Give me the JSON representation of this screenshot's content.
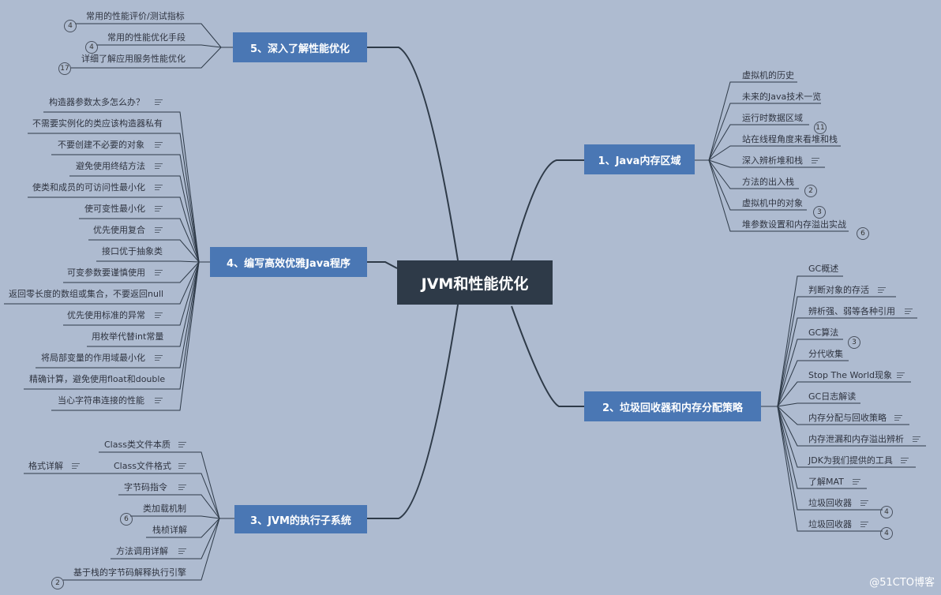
{
  "center": "JVM和性能优化",
  "branches": {
    "b1": {
      "label": "1、Java内存区域",
      "items": [
        "虚拟机的历史",
        "未来的Java技术一览",
        "运行时数据区域",
        "站在线程角度来看堆和栈",
        "深入辨析堆和栈",
        "方法的出入栈",
        "虚拟机中的对象",
        "堆参数设置和内存溢出实战"
      ],
      "badges": [
        "11",
        "2",
        "3",
        "6"
      ]
    },
    "b2": {
      "label": "2、垃圾回收器和内存分配策略",
      "items": [
        "GC概述",
        "判断对象的存活",
        "辨析强、弱等各种引用",
        "GC算法",
        "分代收集",
        "Stop The World现象",
        "GC日志解读",
        "内存分配与回收策略",
        "内存泄漏和内存溢出辨析",
        "JDK为我们提供的工具",
        "了解MAT",
        "垃圾回收器",
        "垃圾回收器"
      ],
      "badges": [
        "3",
        "4",
        "4"
      ]
    },
    "b3": {
      "label": "3、JVM的执行子系统",
      "items": [
        "Class类文件本质",
        "Class文件格式",
        "字节码指令",
        "类加载机制",
        "栈桢详解",
        "方法调用详解",
        "基于栈的字节码解释执行引擎"
      ],
      "sub": "格式详解",
      "badges": [
        "6",
        "2"
      ]
    },
    "b4": {
      "label": "4、编写高效优雅Java程序",
      "items": [
        "构造器参数太多怎么办？",
        "不需要实例化的类应该构造器私有",
        "不要创建不必要的对象",
        "避免使用终结方法",
        "使类和成员的可访问性最小化",
        "使可变性最小化",
        "优先使用复合",
        "接口优于抽象类",
        "可变参数要谨慎使用",
        "返回零长度的数组或集合，不要返回null",
        "优先使用标准的异常",
        "用枚举代替int常量",
        "将局部变量的作用域最小化",
        "精确计算，避免使用float和double",
        "当心字符串连接的性能"
      ]
    },
    "b5": {
      "label": "5、深入了解性能优化",
      "items": [
        "常用的性能评价/测试指标",
        "常用的性能优化手段",
        "详细了解应用服务性能优化"
      ],
      "badges": [
        "4",
        "4",
        "17"
      ]
    }
  },
  "watermark": "@51CTO博客"
}
